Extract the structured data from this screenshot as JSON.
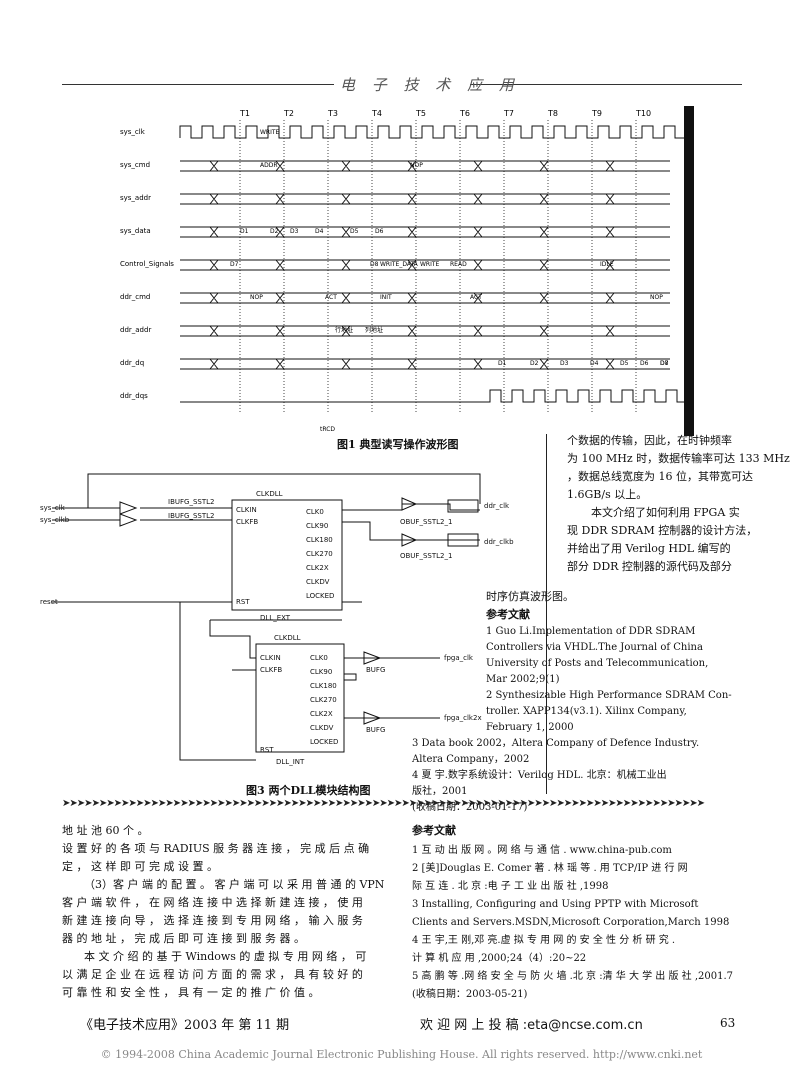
{
  "header": {
    "title": "电 子 技 术 应 用"
  },
  "figure1": {
    "caption": "图1 典型读写操作波形图",
    "timing_labels": [
      "T1",
      "T2",
      "T3",
      "T4",
      "T5",
      "T6",
      "T7",
      "T8",
      "T9",
      "T10"
    ],
    "signals": [
      "sys_clk",
      "sys_cmd",
      "sys_addr",
      "sys_data",
      "Control_Signals",
      "ddr_cmd",
      "ddr_addr",
      "ddr_dq",
      "ddr_dqs"
    ],
    "annotations": [
      "WRITE",
      "ADDR",
      "D1",
      "D2",
      "D3",
      "D4",
      "D5",
      "D6",
      "D7",
      "D8",
      "WRITE",
      "READ",
      "NOP",
      "ACT",
      "INIT",
      "WRITE_DATA",
      "IDLE",
      "NOP",
      "ACT",
      "行地址",
      "列地址",
      "D1",
      "D2",
      "D3",
      "D4",
      "D5",
      "D6",
      "D7",
      "D8",
      "tRCD",
      "NOP"
    ]
  },
  "figure2": {
    "caption": "图3 两个DLL模块结构图",
    "inputs": [
      "sys_clk",
      "sys_clkb",
      "reset"
    ],
    "block1": {
      "title": "CLKDLL",
      "pins_left": [
        "CLKIN",
        "CLKFB",
        "RST"
      ],
      "pins_right": [
        "CLK0",
        "CLK90",
        "CLK180",
        "CLK270",
        "CLK2X",
        "CLKDV",
        "LOCKED"
      ],
      "name": "DLL_EXT"
    },
    "block2": {
      "title": "CLKDLL",
      "pins_left": [
        "CLKIN",
        "CLKFB",
        "RST"
      ],
      "pins_right": [
        "CLK0",
        "CLK90",
        "CLK180",
        "CLK270",
        "CLK2X",
        "CLKDV",
        "LOCKED"
      ],
      "name": "DLL_INT"
    },
    "buffers": [
      "IBUFG_SSTL2",
      "IBUFG_SSTL2",
      "OBUF_SSTL2_1",
      "OBUF_SSTL2_1",
      "BUFG",
      "BUFG"
    ],
    "outputs": [
      "ddr_clk",
      "ddr_clkb",
      "fpga_clk",
      "fpga_clk2x"
    ]
  },
  "right_column": {
    "lines": [
      "个数据的传输，因此，在时钟频率",
      "为 100 MHz 时，数据传输率可达 133 MHz",
      "，数据总线宽度为 16 位，其带宽可达",
      "1.6GB/s 以上。",
      "本文介绍了如何利用 FPGA 实",
      "现 DDR SDRAM 控制器的设计方法，",
      "并给出了用 Verilog HDL 编写的",
      "部分 DDR 控制器的源代码及部分",
      "时序仿真波形图。"
    ],
    "refs_title": "参考文献",
    "references": [
      "1  Guo Li.Implementation of DDR SDRAM",
      "   Controllers via VHDL.The Journal of China",
      "   University of Posts and Telecommunication,",
      "   Mar 2002;9(1)",
      "2  Synthesizable High Performance SDRAM Con-",
      "   troller. XAPP134(v3.1). Xilinx Company,",
      "   February 1, 2000",
      "3 Data book 2002，Altera Company of Defence Industry.",
      "   Altera Company，2002",
      "4  夏 宇.数字系统设计：Verilog HDL. 北京：机械工业出",
      "   版社，2001",
      "                                        (收稿日期：2003-01-17)"
    ]
  },
  "separator": "➤➤➤➤➤➤➤➤➤➤➤➤➤➤➤➤➤➤➤➤➤➤➤➤➤➤➤➤➤➤➤➤➤➤➤➤➤➤➤➤➤➤➤➤➤➤➤➤➤➤➤➤➤➤➤➤➤➤➤➤➤➤➤➤➤➤➤➤➤➤➤➤➤➤➤➤➤➤➤➤➤➤➤➤➤➤➤",
  "bottom_left": {
    "lines": [
      "地 址 池 60 个 。",
      "设 置 好 的 各 项 与 RADIUS 服 务 器 连 接 ， 完 成 后 点 确",
      "定 ， 这 样 即 可 完 成 设 置 。",
      "（3）客 户 端 的 配 置 。 客 户 端 可 以 采 用 普 通 的 VPN",
      "客 户 端 软 件 ， 在 网 络 连 接 中 选 择 新 建 连 接 ， 使 用",
      "新 建 连 接 向 导 ， 选 择 连 接 到 专 用 网 络 ， 输 入 服 务",
      "器 的 地 址 ， 完 成 后 即 可 连 接 到 服 务 器 。",
      "本 文 介 绍 的 基 于 Windows 的 虚 拟 专 用 网 络 ， 可",
      "以 满 足 企 业 在 远 程 访 问 方 面 的 需 求 ， 具 有 较 好 的",
      "可 靠 性 和 安 全 性 ， 具 有 一 定 的 推 广 价 值 。"
    ],
    "journal": "《电子技术应用》2003 年 第 11 期"
  },
  "bottom_right": {
    "refs_title": "参考文献",
    "references": [
      "1  互 动 出 版 网 。网 络 与 通 信 . www.china-pub.com",
      "2  [美]Douglas  E.  Comer 著 . 林 瑶 等 . 用 TCP/IP 进 行 网",
      "   际 互 连 . 北 京 :电 子 工 业 出 版 社 ,1998",
      "3  Installing,  Configuring  and  Using  PPTP  with  Microsoft",
      "   Clients  and  Servers.MSDN,Microsoft  Corporation,March  1998",
      "4  王 宇,王 刚,邓 亮.虚 拟 专 用 网 的 安 全 性 分 析 研 究 .",
      "   计 算 机 应 用 ,2000;24（4）:20~22",
      "5  高 鹏 等 .网 络 安 全 与 防 火 墙 .北 京 :清 华 大 学 出 版 社 ,2001.7",
      "                                    (收稿日期：2003-05-21)"
    ],
    "email": "欢 迎 网 上 投 稿 :eta@ncse.com.cn"
  },
  "page_number": "63",
  "footer": "© 1994-2008 China Academic Journal Electronic Publishing House. All rights reserved.    http://www.cnki.net"
}
